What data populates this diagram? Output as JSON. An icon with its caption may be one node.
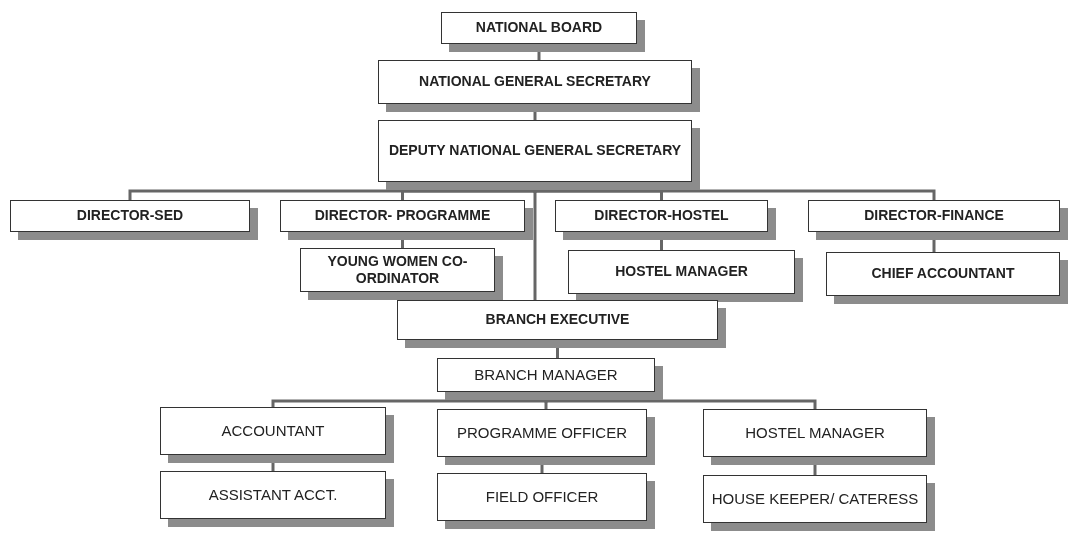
{
  "diagram": {
    "nodes": [
      {
        "text": [
          "NATIONAL BOARD"
        ]
      },
      {
        "text": [
          "NATIONAL GENERAL SECRETARY"
        ]
      },
      {
        "text": [
          "DEPUTY NATIONAL GENERAL SECRETARY"
        ]
      },
      {
        "text": [
          "DIRECTOR-SED"
        ]
      },
      {
        "text": [
          "DIRECTOR- PROGRAMME"
        ]
      },
      {
        "text": [
          "DIRECTOR-HOSTEL"
        ]
      },
      {
        "text": [
          "DIRECTOR-FINANCE"
        ]
      },
      {
        "text": [
          "YOUNG WOMEN CO-ORDINATOR"
        ]
      },
      {
        "text": [
          "HOSTEL MANAGER"
        ]
      },
      {
        "text": [
          "CHIEF ACCOUNTANT"
        ]
      },
      {
        "text": [
          "BRANCH EXECUTIVE"
        ]
      },
      {
        "text": [
          "BRANCH MANAGER"
        ]
      },
      {
        "text": [
          "ACCOUNTANT"
        ]
      },
      {
        "text": [
          "PROGRAMME OFFICER"
        ]
      },
      {
        "text": [
          "HOSTEL MANAGER"
        ]
      },
      {
        "text": [
          "ASSISTANT ACCT."
        ]
      },
      {
        "text": [
          "FIELD OFFICER"
        ]
      },
      {
        "text": [
          "HOUSE KEEPER/ CATERESS"
        ]
      }
    ],
    "edges": [
      {
        "from": 0,
        "to": 1,
        "arrow": "none"
      },
      {
        "from": 1,
        "to": 2,
        "arrow": "none"
      },
      {
        "from": 2,
        "to": 3,
        "arrow": "none"
      },
      {
        "from": 2,
        "to": 4,
        "arrow": "none"
      },
      {
        "from": 2,
        "to": 5,
        "arrow": "none"
      },
      {
        "from": 2,
        "to": 6,
        "arrow": "none"
      },
      {
        "from": 2,
        "to": 10,
        "arrow": "none"
      },
      {
        "from": 4,
        "to": 7,
        "arrow": "none"
      },
      {
        "from": 5,
        "to": 8,
        "arrow": "none"
      },
      {
        "from": 6,
        "to": 9,
        "arrow": "none"
      },
      {
        "from": 10,
        "to": 11,
        "arrow": "none"
      },
      {
        "from": 11,
        "to": 12,
        "arrow": "none"
      },
      {
        "from": 11,
        "to": 13,
        "arrow": "none"
      },
      {
        "from": 11,
        "to": 14,
        "arrow": "none"
      },
      {
        "from": 12,
        "to": 15,
        "arrow": "none"
      },
      {
        "from": 13,
        "to": 16,
        "arrow": "none"
      },
      {
        "from": 14,
        "to": 17,
        "arrow": "none"
      }
    ]
  }
}
